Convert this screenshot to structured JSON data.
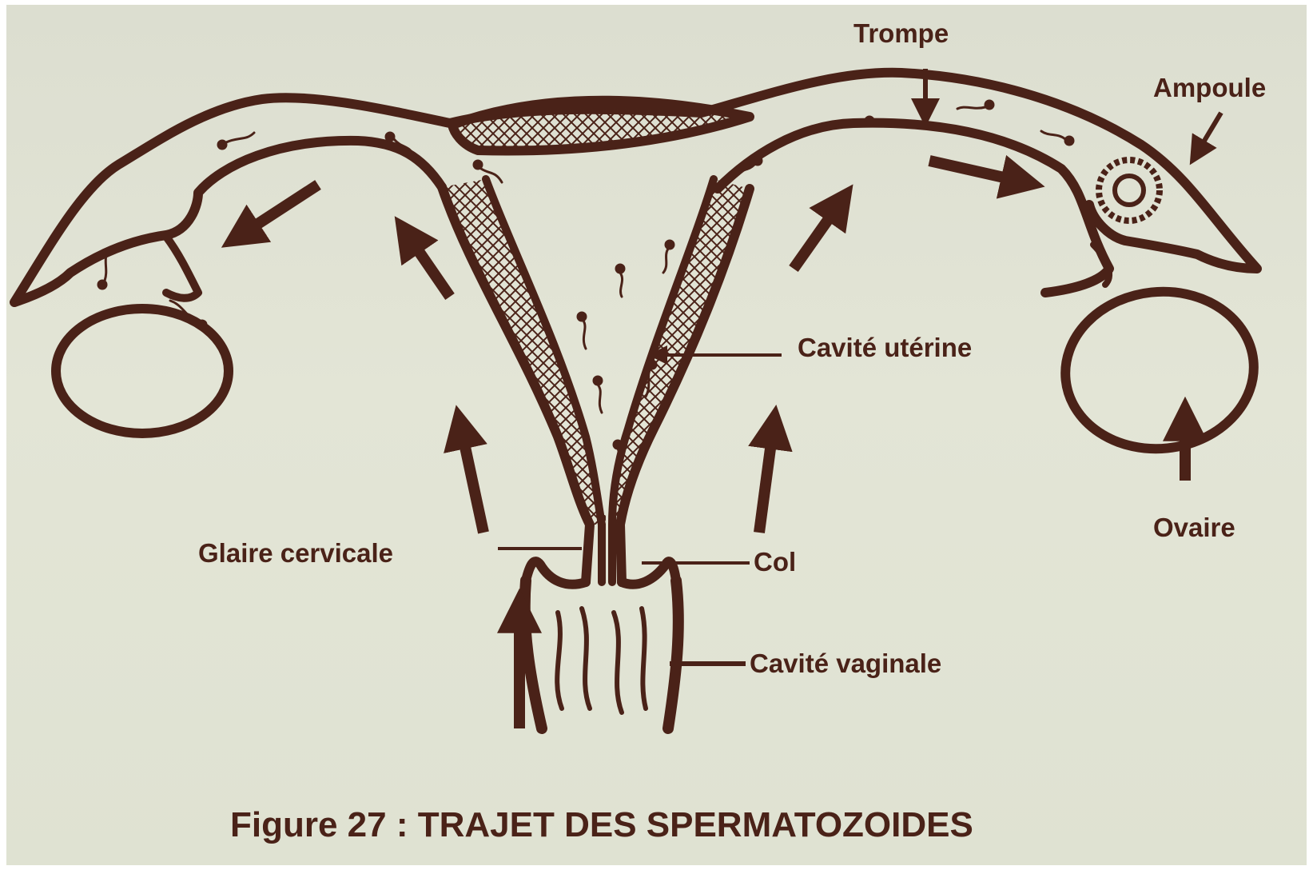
{
  "labels": {
    "trompe": "Trompe",
    "ampoule": "Ampoule",
    "cavite_uterine": "Cavité utérine",
    "ovaire": "Ovaire",
    "glaire_cervicale": "Glaire cervicale",
    "col": "Col",
    "cavite_vaginale": "Cavité vaginale"
  },
  "caption": "Figure 27 : TRAJET DES SPERMATOZOIDES",
  "colors": {
    "ink": "#4a2218",
    "background": "#e0e2d3"
  }
}
